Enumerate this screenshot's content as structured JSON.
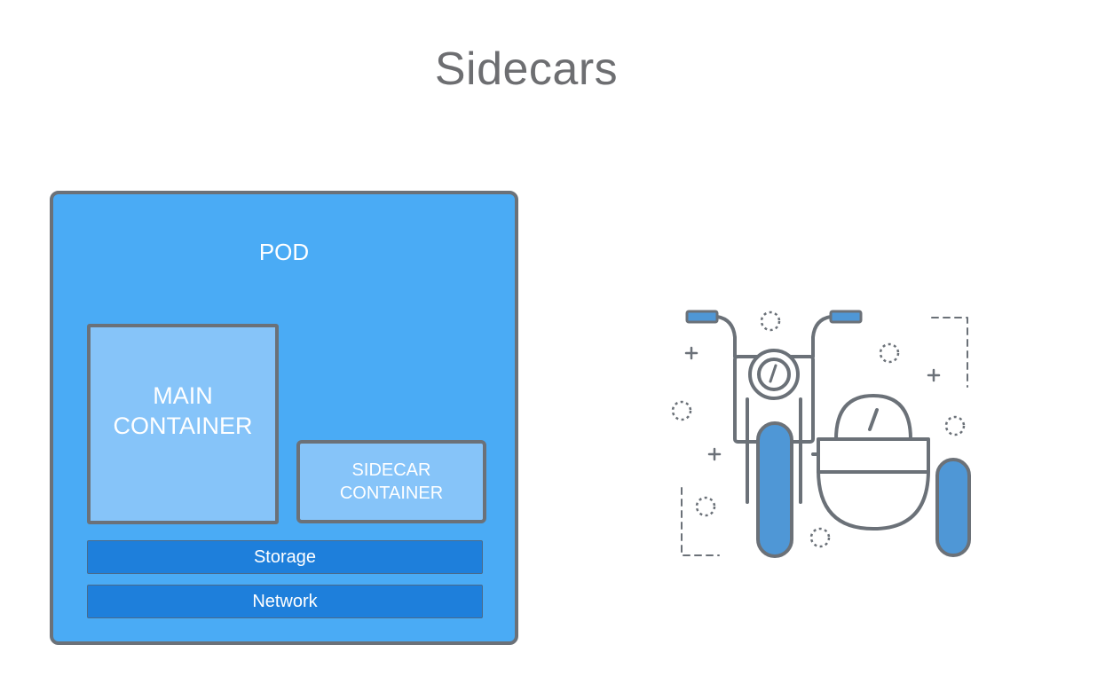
{
  "title": "Sidecars",
  "pod": {
    "label": "POD",
    "main_container": "MAIN\nCONTAINER",
    "sidecar_container": "SIDECAR\nCONTAINER",
    "storage": "Storage",
    "network": "Network"
  },
  "colors": {
    "pod_fill": "#4aabf5",
    "container_fill": "#86c4f9",
    "bar_fill": "#1e7fdb",
    "outline": "#6b7178",
    "wheel_fill": "#4f97d6",
    "title_text": "#6d6e71"
  },
  "illustration": {
    "icon": "motorcycle-sidecar-icon"
  }
}
